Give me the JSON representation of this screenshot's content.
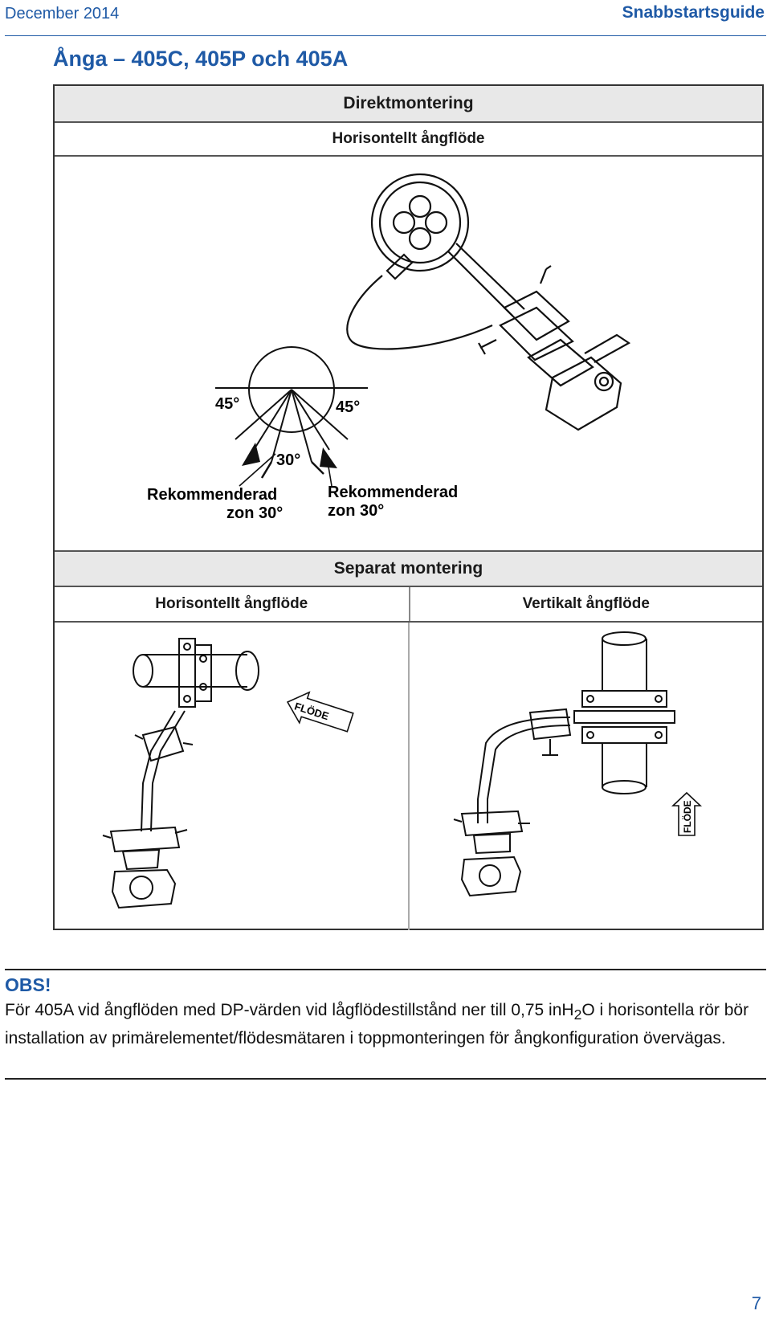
{
  "header": {
    "date": "December 2014",
    "doc_type": "Snabbstartsguide"
  },
  "section_title": "Ånga – 405C, 405P och 405A",
  "figure": {
    "direct_mount_title": "Direktmontering",
    "direct_flow": "Horisontellt ångflöde",
    "angle_left": "45°",
    "angle_right": "45°",
    "angle_center": "30°",
    "zone_left_line1": "Rekommenderad",
    "zone_left_line2": "zon 30°",
    "zone_right_line1": "Rekommenderad",
    "zone_right_line2": "zon 30°",
    "remote_mount_title": "Separat montering",
    "remote_horizontal": "Horisontellt ångflöde",
    "remote_vertical": "Vertikalt ångflöde",
    "flow_label": "FLÖDE"
  },
  "note": {
    "title": "OBS!",
    "text_before_sub": "För 405A vid ångflöden med DP-värden vid lågflödestillstånd ner till 0,75 inH",
    "subscript": "2",
    "text_after_sub": "O i horisontella rör bör installation av primärelementet/flödesmätaren i toppmonteringen för ångkonfiguration övervägas."
  },
  "page_number": "7"
}
